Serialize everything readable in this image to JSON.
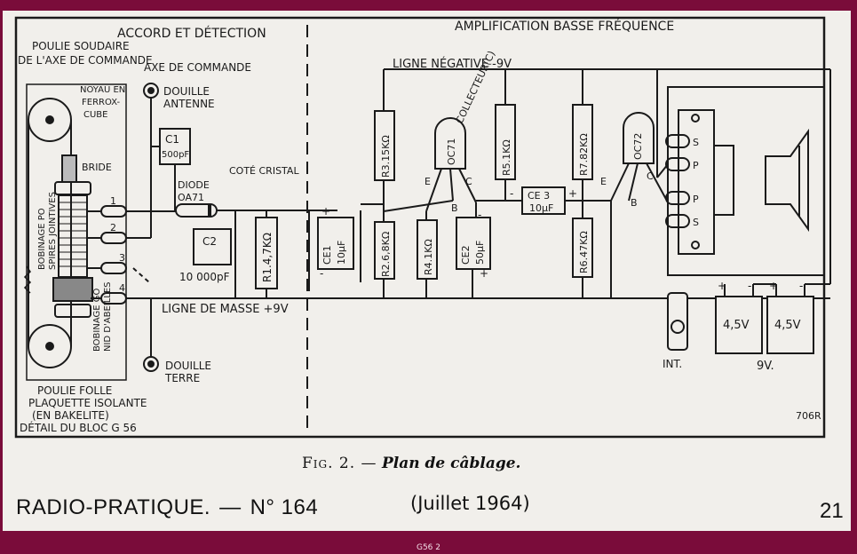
{
  "section_tuning": "ACCORD ET DÉTECTION",
  "section_audio": "AMPLIFICATION BASSE FRÉQUENCE",
  "labels": {
    "poulie_soudaire": "POULIE SOUDAIRE",
    "axe_de_commande_1": "DE L'AXE DE COMMANDE",
    "axe_de_commande_2": "AXE DE COMMANDE",
    "noyau_1": "NOYAU EN",
    "noyau_2": "FERROX-",
    "noyau_3": "CUBE",
    "bride": "BRIDE",
    "douille_antenne_1": "DOUILLE",
    "douille_antenne_2": "ANTENNE",
    "c1_name": "C1",
    "c1_value": "500pF",
    "cote_cristal": "COTÉ CRISTAL",
    "diode_1": "DIODE",
    "diode_2": "OA71",
    "c2_name": "C2",
    "c2_value": "10 000pF",
    "r1": "R1.4,7KΩ",
    "bobinage_po_1": "BOBINAGE PO",
    "bobinage_po_2": "SPIRES JOINTIVES",
    "bobinage_go_1": "BOBINAGE GO",
    "bobinage_go_2": "NID D'ABEILLES",
    "ligne_masse": "LIGNE DE MASSE +9V",
    "douille_terre_1": "DOUILLE",
    "douille_terre_2": "TERRE",
    "poulie_folle": "POULIE FOLLE",
    "plaquette_1": "PLAQUETTE ISOLANTE",
    "plaquette_2": "(EN BAKELITE)",
    "detail_bloc": "DÉTAIL DU BLOC G 56",
    "ligne_negative": "LIGNE NÉGATIVE -9V",
    "collecteur": "COLLECTEUR(C)",
    "r3": "R3.15KΩ",
    "oc71": "OC71",
    "r5": "R5.1KΩ",
    "r7": "R7.82KΩ",
    "oc72": "OC72",
    "ce1_name": "CE1",
    "ce1_value": "10μF",
    "r2": "R2.6,8KΩ",
    "r4": "R4.1KΩ",
    "ce2_name": "CE2",
    "ce2_value": "50μF",
    "ce3_name": "CE 3",
    "ce3_value": "10μF",
    "r6": "R6.47KΩ",
    "pin_e1": "E",
    "pin_c1": "C",
    "pin_b1": "B",
    "pin_e2": "E",
    "pin_c2": "C",
    "pin_b2": "B",
    "transfo_s1": "S",
    "transfo_p1": "P",
    "transfo_p2": "P",
    "transfo_s2": "S",
    "battery_1": "4,5V",
    "battery_2": "4,5V",
    "battery_total": "9V.",
    "int": "INT.",
    "ref": "706R",
    "term_1": "1",
    "term_2": "2",
    "term_3": "3",
    "term_4": "4"
  },
  "caption": {
    "fig": "Fig. 2. —",
    "title": "Plan de câblage."
  },
  "footer": {
    "magazine": "RADIO-PRATIQUE.",
    "sep": "—",
    "number": "N° 164",
    "date": "(Juillet 1964)",
    "page": "21"
  },
  "bottom_label": "G56 2"
}
